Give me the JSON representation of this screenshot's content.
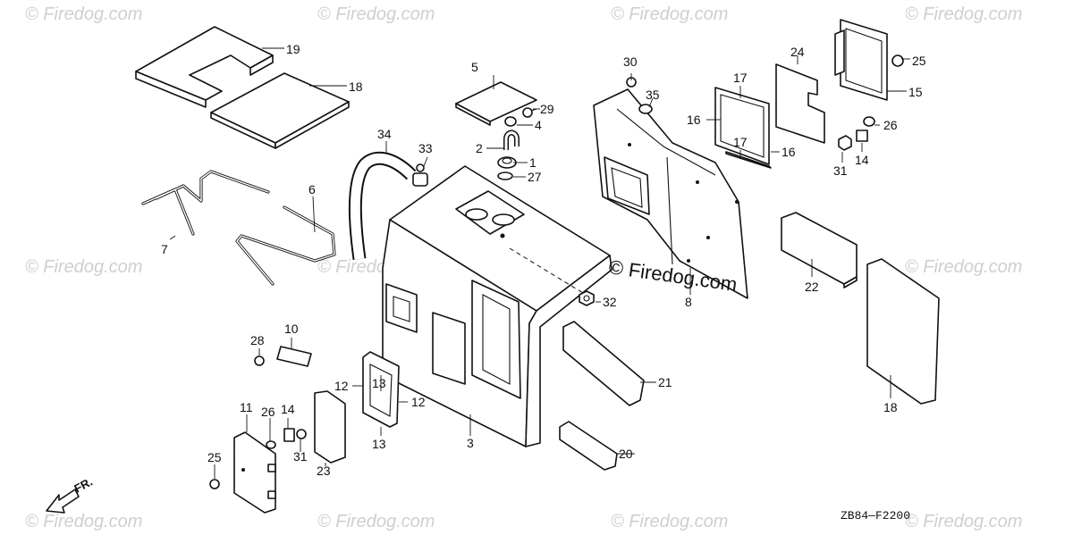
{
  "diagram": {
    "code": "ZB84—F2200",
    "direction_label": "FR.",
    "watermark": "© Firedog.com",
    "callouts": {
      "c1": "1",
      "c2": "2",
      "c3": "3",
      "c4": "4",
      "c5": "5",
      "c6": "6",
      "c7": "7",
      "c8": "8",
      "c10": "10",
      "c11": "11",
      "c12a": "12",
      "c12b": "12",
      "c13a": "13",
      "c13b": "13",
      "c14a": "14",
      "c14b": "14",
      "c15": "15",
      "c16a": "16",
      "c16b": "16",
      "c17a": "17",
      "c17b": "17",
      "c18a": "18",
      "c18b": "18",
      "c19": "19",
      "c20": "20",
      "c21": "21",
      "c22": "22",
      "c23": "23",
      "c24": "24",
      "c25a": "25",
      "c25b": "25",
      "c26a": "26",
      "c26b": "26",
      "c27": "27",
      "c28": "28",
      "c29": "29",
      "c30": "30",
      "c31a": "31",
      "c31b": "31",
      "c32": "32",
      "c33": "33",
      "c34": "34",
      "c35": "35"
    }
  }
}
